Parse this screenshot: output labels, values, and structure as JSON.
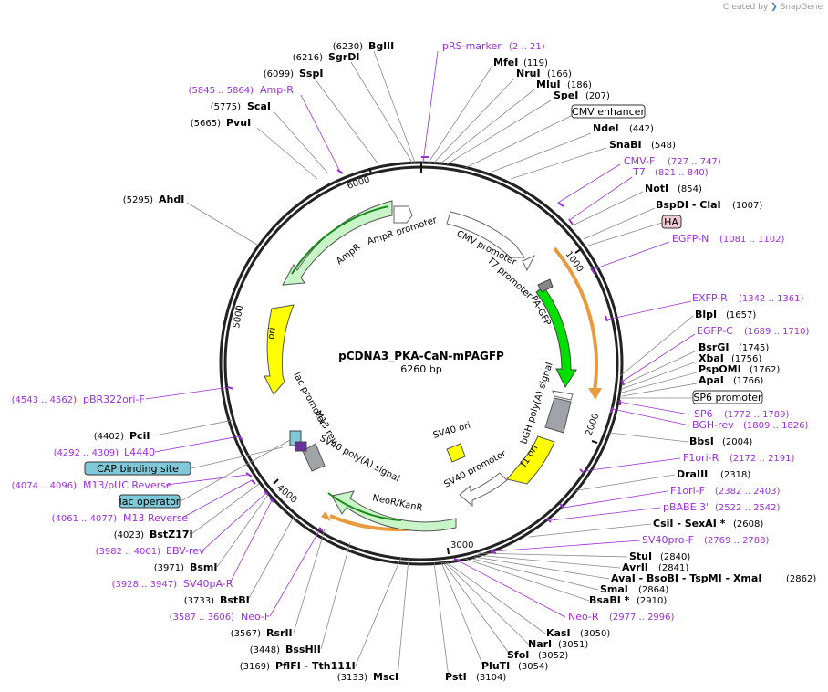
{
  "watermark": {
    "created_by": "Created by",
    "brand": "SnapGene",
    "brand_color": "#2f7fd6"
  },
  "plasmid": {
    "name": "pCDNA3_PKA-CaN-mPAGFP",
    "length_label": "6260 bp",
    "total_bp": 6260
  },
  "colors": {
    "enzyme": "#000000",
    "primer": "#9b30d9",
    "feature_line": "#888888",
    "highlight_orange": "#e89a3c",
    "green": "#00e000",
    "light_green": "#c8f5c8",
    "yellow": "#ffff00",
    "gray": "#a0a4a8",
    "teal": "#7ec8d8",
    "pink": "#f0c8d0"
  },
  "ticks": [
    "1000",
    "2000",
    "3000",
    "4000",
    "5000",
    "6000"
  ],
  "left_labels": [
    {
      "pos": "(6230)",
      "name": "BglII",
      "kind": "enzyme"
    },
    {
      "pos": "(6216)",
      "name": "SgrDI",
      "kind": "enzyme"
    },
    {
      "pos": "(6099)",
      "name": "SspI",
      "kind": "enzyme"
    },
    {
      "pos": "(5845 .. 5864)",
      "name": "Amp-R",
      "kind": "primer"
    },
    {
      "pos": "(5775)",
      "name": "ScaI",
      "kind": "enzyme"
    },
    {
      "pos": "(5665)",
      "name": "PvuI",
      "kind": "enzyme"
    },
    {
      "pos": "(5295)",
      "name": "AhdI",
      "kind": "enzyme"
    },
    {
      "pos": "(4543 .. 4562)",
      "name": "pBR322ori-F",
      "kind": "primer"
    },
    {
      "pos": "(4402)",
      "name": "PciI",
      "kind": "enzyme"
    },
    {
      "pos": "(4292 .. 4309)",
      "name": "L4440",
      "kind": "primer"
    },
    {
      "pos": "",
      "name": "CAP binding site",
      "kind": "box"
    },
    {
      "pos": "(4074 .. 4096)",
      "name": "M13/pUC Reverse",
      "kind": "primer"
    },
    {
      "pos": "",
      "name": "lac operator",
      "kind": "box"
    },
    {
      "pos": "(4061 .. 4077)",
      "name": "M13 Reverse",
      "kind": "primer"
    },
    {
      "pos": "(4023)",
      "name": "BstZ17I",
      "kind": "enzyme"
    },
    {
      "pos": "(3982 .. 4001)",
      "name": "EBV-rev",
      "kind": "primer"
    },
    {
      "pos": "(3971)",
      "name": "BsmI",
      "kind": "enzyme"
    },
    {
      "pos": "(3928 .. 3947)",
      "name": "SV40pA-R",
      "kind": "primer"
    },
    {
      "pos": "(3733)",
      "name": "BstBI",
      "kind": "enzyme"
    },
    {
      "pos": "(3587 .. 3606)",
      "name": "Neo-F",
      "kind": "primer"
    },
    {
      "pos": "(3567)",
      "name": "RsrII",
      "kind": "enzyme"
    },
    {
      "pos": "(3448)",
      "name": "BssHII",
      "kind": "enzyme"
    },
    {
      "pos": "(3169)",
      "name": "PflFI - Tth111I",
      "kind": "enzyme"
    },
    {
      "pos": "(3133)",
      "name": "MscI",
      "kind": "enzyme"
    }
  ],
  "top_primer": {
    "name": "pRS-marker",
    "pos": "(2 .. 21)"
  },
  "right_labels": [
    {
      "name": "MfeI",
      "pos": "(119)",
      "kind": "enzyme"
    },
    {
      "name": "NruI",
      "pos": "(166)",
      "kind": "enzyme"
    },
    {
      "name": "MluI",
      "pos": "(186)",
      "kind": "enzyme"
    },
    {
      "name": "SpeI",
      "pos": "(207)",
      "kind": "enzyme"
    },
    {
      "name": "CMV enhancer",
      "pos": "",
      "kind": "box"
    },
    {
      "name": "NdeI",
      "pos": "(442)",
      "kind": "enzyme"
    },
    {
      "name": "SnaBI",
      "pos": "(548)",
      "kind": "enzyme"
    },
    {
      "name": "CMV-F",
      "pos": "(727 .. 747)",
      "kind": "primer"
    },
    {
      "name": "T7",
      "pos": "(821 .. 840)",
      "kind": "primer"
    },
    {
      "name": "NotI",
      "pos": "(854)",
      "kind": "enzyme"
    },
    {
      "name": "BspDI - ClaI",
      "pos": "(1007)",
      "kind": "enzyme"
    },
    {
      "name": "HA",
      "pos": "",
      "kind": "box"
    },
    {
      "name": "EGFP-N",
      "pos": "(1081 .. 1102)",
      "kind": "primer"
    },
    {
      "name": "EXFP-R",
      "pos": "(1342 .. 1361)",
      "kind": "primer"
    },
    {
      "name": "BlpI",
      "pos": "(1657)",
      "kind": "enzyme"
    },
    {
      "name": "EGFP-C",
      "pos": "(1689 .. 1710)",
      "kind": "primer"
    },
    {
      "name": "BsrGI",
      "pos": "(1745)",
      "kind": "enzyme"
    },
    {
      "name": "XbaI",
      "pos": "(1756)",
      "kind": "enzyme"
    },
    {
      "name": "PspOMI",
      "pos": "(1762)",
      "kind": "enzyme"
    },
    {
      "name": "ApaI",
      "pos": "(1766)",
      "kind": "enzyme"
    },
    {
      "name": "SP6 promoter",
      "pos": "",
      "kind": "box"
    },
    {
      "name": "SP6",
      "pos": "(1772 .. 1789)",
      "kind": "primer"
    },
    {
      "name": "BGH-rev",
      "pos": "(1809 .. 1826)",
      "kind": "primer"
    },
    {
      "name": "BbsI",
      "pos": "(2004)",
      "kind": "enzyme"
    },
    {
      "name": "F1ori-R",
      "pos": "(2172 .. 2191)",
      "kind": "primer"
    },
    {
      "name": "DraIII",
      "pos": "(2318)",
      "kind": "enzyme"
    },
    {
      "name": "F1ori-F",
      "pos": "(2382 .. 2403)",
      "kind": "primer"
    },
    {
      "name": "pBABE 3'",
      "pos": "(2522 .. 2542)",
      "kind": "primer"
    },
    {
      "name": "CsiI - SexAI *",
      "pos": "(2608)",
      "kind": "enzyme"
    },
    {
      "name": "SV40pro-F",
      "pos": "(2769 .. 2788)",
      "kind": "primer"
    },
    {
      "name": "StuI",
      "pos": "(2840)",
      "kind": "enzyme"
    },
    {
      "name": "AvrII",
      "pos": "(2841)",
      "kind": "enzyme"
    },
    {
      "name": "AvaI - BsoBI - TspMI - XmaI",
      "pos": "(2862)",
      "kind": "enzyme"
    },
    {
      "name": "SmaI",
      "pos": "(2864)",
      "kind": "enzyme"
    },
    {
      "name": "BsaBI *",
      "pos": "(2910)",
      "kind": "enzyme"
    },
    {
      "name": "Neo-R",
      "pos": "(2977 .. 2996)",
      "kind": "primer"
    },
    {
      "name": "KasI",
      "pos": "(3050)",
      "kind": "enzyme"
    },
    {
      "name": "NarI",
      "pos": "(3051)",
      "kind": "enzyme"
    },
    {
      "name": "SfoI",
      "pos": "(3052)",
      "kind": "enzyme"
    },
    {
      "name": "PluTI",
      "pos": "(3054)",
      "kind": "enzyme"
    },
    {
      "name": "PstI",
      "pos": "(3104)",
      "kind": "enzyme"
    }
  ],
  "features": [
    {
      "label": "CMV promoter"
    },
    {
      "label": "T7 promoter"
    },
    {
      "label": "PA-GFP"
    },
    {
      "label": "bGH poly(A) signal"
    },
    {
      "label": "f1 ori"
    },
    {
      "label": "SV40 promoter"
    },
    {
      "label": "SV40 ori"
    },
    {
      "label": "NeoR/KanR"
    },
    {
      "label": "SV40 poly(A) signal"
    },
    {
      "label": "M13 rev"
    },
    {
      "label": "lac promoter"
    },
    {
      "label": "ori"
    },
    {
      "label": "AmpR"
    },
    {
      "label": "AmpR promoter"
    }
  ]
}
